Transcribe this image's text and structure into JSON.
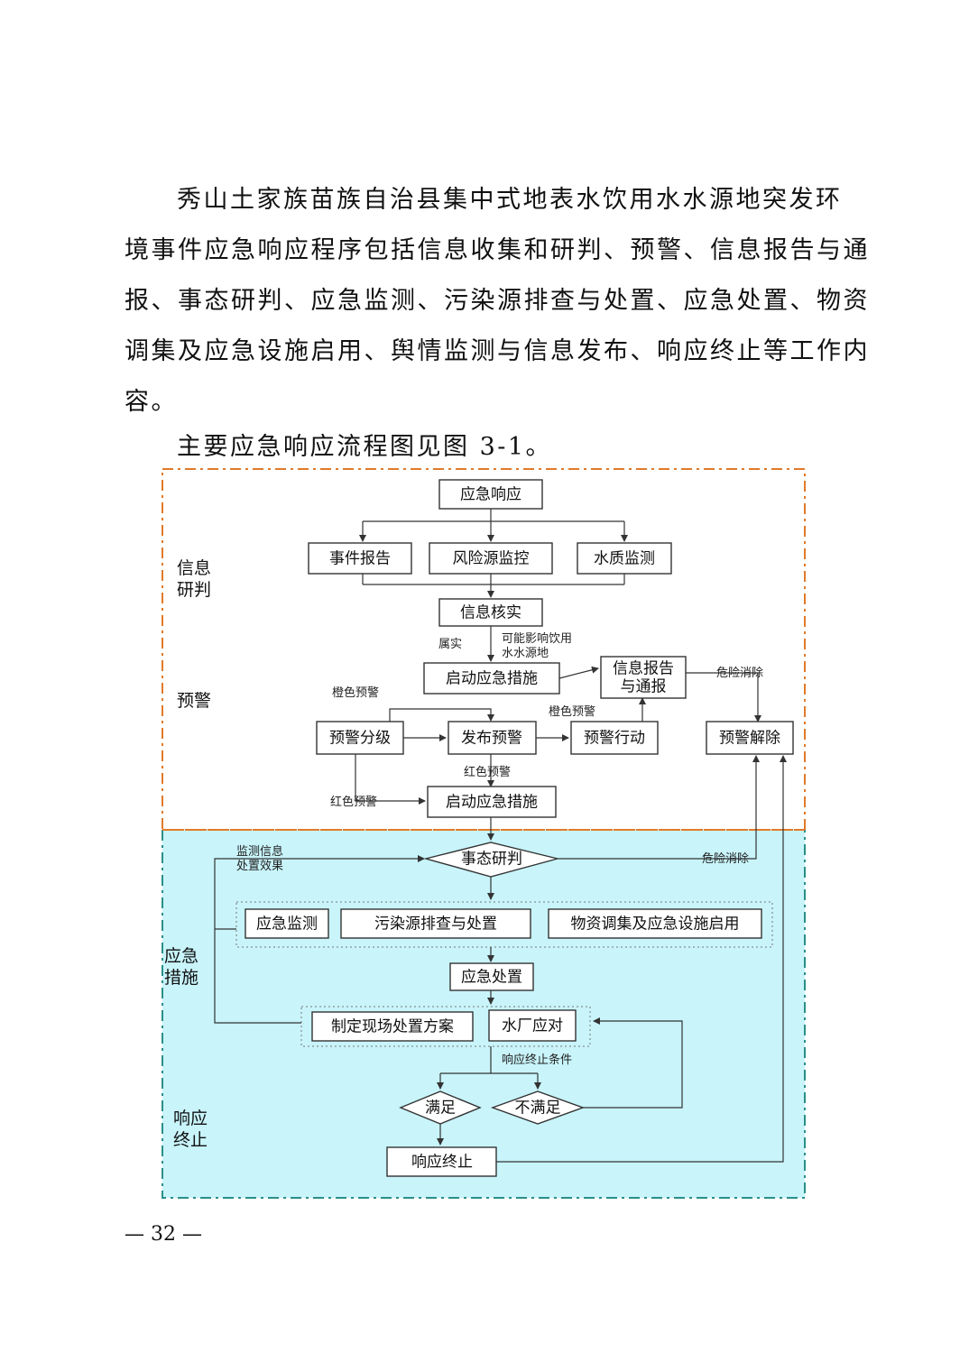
{
  "paragraph1": {
    "lines": [
      "秀山土家族苗族自治县集中式地表水饮用水水源地突发环",
      "境事件应急响应程序包括信息收集和研判、预警、信息报告与通",
      "报、事态研判、应急监测、污染源排查与处置、应急处置、物资",
      "调集及应急设施启用、舆情监测与信息发布、响应终止等工作内",
      "容。"
    ]
  },
  "paragraph2": "主要应急响应流程图见图 3-1。",
  "flowchart": {
    "sections": {
      "info": [
        "信息",
        "研判"
      ],
      "warning": "预警",
      "measures": [
        "应急",
        "措施"
      ],
      "termination": [
        "响应",
        "终止"
      ]
    },
    "nodes": {
      "emergency_response": "应急响应",
      "event_report": "事件报告",
      "risk_monitor": "风险源监控",
      "water_quality": "水质监测",
      "info_verify": "信息核实",
      "start_measures_1": "启动应急措施",
      "info_report_line1": "信息报告",
      "info_report_line2": "与通报",
      "warning_grade": "预警分级",
      "issue_warning": "发布预警",
      "warning_action": "预警行动",
      "warning_lift": "预警解除",
      "start_measures_2": "启动应急措施",
      "situation_judge": "事态研判",
      "emergency_monitoring": "应急监测",
      "pollution_check": "污染源排查与处置",
      "material_dispatch": "物资调集及应急设施启用",
      "emergency_disposal": "应急处置",
      "site_plan": "制定现场处置方案",
      "water_plant": "水厂应对",
      "satisfied": "满足",
      "not_satisfied": "不满足",
      "response_end": "响应终止"
    },
    "labels": {
      "confirmed": "属实",
      "may_affect_line1": "可能影响饮用",
      "may_affect_line2": "水水源地",
      "danger_cleared": "危险消除",
      "orange_warning": "橙色预警",
      "red_warning": "红色预警",
      "monitor_info": "监测信息",
      "disposal_effect": "处置效果",
      "end_conditions": "响应终止条件"
    },
    "colors": {
      "orange_border": "#e07a2a",
      "teal_border": "#2a8f87",
      "cyan_fill": "#c8f4fa"
    }
  },
  "page_number": "— 32 —"
}
